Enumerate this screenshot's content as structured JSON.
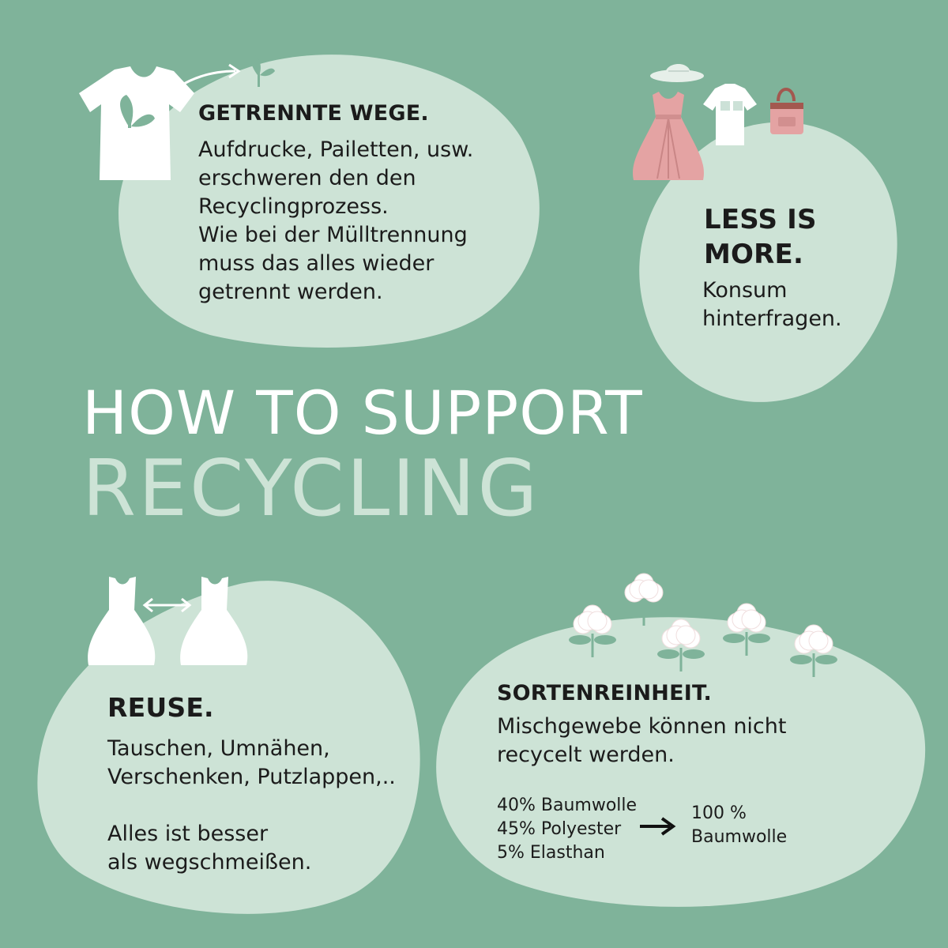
{
  "colors": {
    "background": "#7fb39a",
    "blob": "#cde3d6",
    "text": "#1b1b1b",
    "title_white": "#ffffff",
    "title_light": "#cde3d6",
    "leaf_green": "#7fb39a",
    "dress_pink": "#e4a3a3"
  },
  "title": {
    "line1": "HOW TO SUPPORT",
    "line2": "RECYCLING"
  },
  "sections": {
    "separate": {
      "heading": "GETRENNTE WEGE.",
      "body": "Aufdrucke, Pailetten, usw.\nerschweren  den den\nRecyclingprozess.\nWie bei der Mülltrennung\nmuss das alles wieder\ngetrennt werden.",
      "icons": [
        "tshirt-icon",
        "arrow-icon",
        "leaf-icon"
      ]
    },
    "less": {
      "heading_line1": "LESS IS",
      "heading_line2": "MORE.",
      "body": "Konsum\nhinterfragen.",
      "icons": [
        "hat-icon",
        "dress-icon",
        "shirt-icon",
        "handbag-icon"
      ]
    },
    "reuse": {
      "heading": "REUSE.",
      "body": "Tauschen, Umnähen,\nVerschenken, Putzlappen,..\n\nAlles ist besser\nals wegschmeißen.",
      "icons": [
        "dress-icon",
        "double-arrow-icon",
        "dress-icon"
      ]
    },
    "purity": {
      "heading": "SORTENREINHEIT.",
      "body": "Mischgewebe können nicht\nrecycelt werden.",
      "mix": "40% Baumwolle\n45% Polyester\n5% Elasthan",
      "result": "100 %\nBaumwolle",
      "icons": [
        "cotton-flower-icon",
        "arrow-right-icon"
      ]
    }
  }
}
